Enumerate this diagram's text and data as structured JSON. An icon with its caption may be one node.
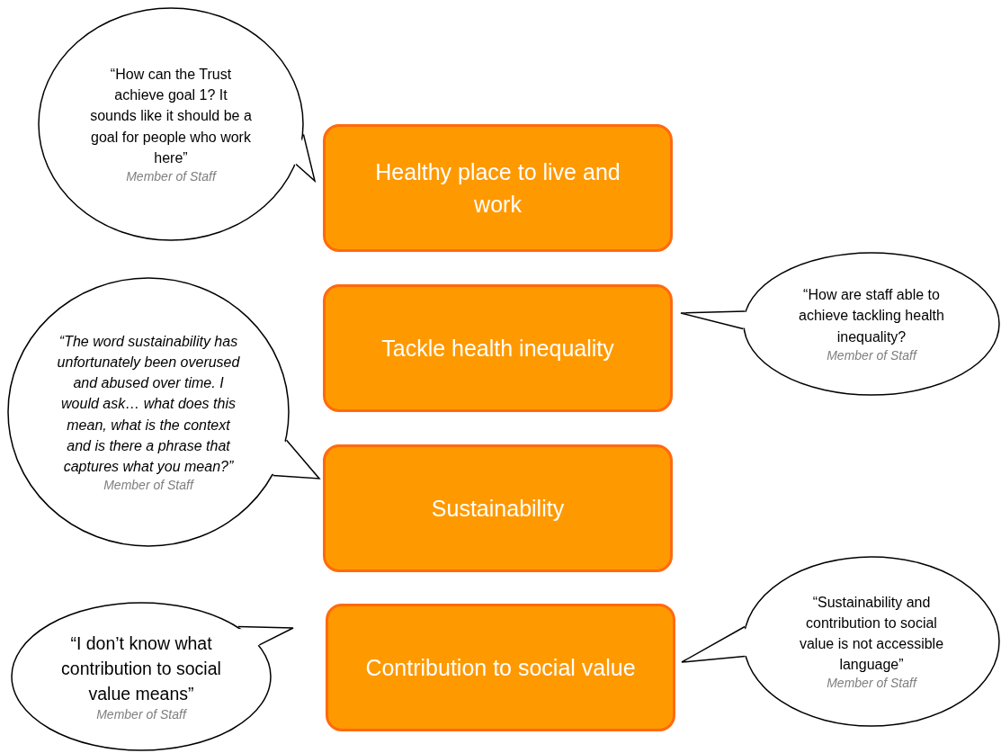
{
  "diagram": {
    "nodes": [
      {
        "text": [
          "“How can the Trust achieve goal 1? It sounds like it should be a goal for people who work here”",
          "Member of Staff"
        ]
      },
      {
        "text": [
          "Healthy place to live and work"
        ]
      },
      {
        "text": [
          "Tackle health inequality"
        ]
      },
      {
        "text": [
          "“How are staff able to achieve tackling health inequality?",
          "Member of Staff"
        ]
      },
      {
        "text": [
          "“The word sustainability has unfortunately been overused and abused over time. I would ask… what does this mean, what is the context and is there a phrase that captures what you mean?”",
          "Member of Staff"
        ]
      },
      {
        "text": [
          "Sustainability"
        ]
      },
      {
        "text": [
          "“I don’t know what contribution to social value means”",
          "Member of Staff"
        ]
      },
      {
        "text": [
          "Contribution to social value"
        ]
      },
      {
        "text": [
          "“Sustainability and contribution to social value is not accessible language”",
          "Member of Staff"
        ]
      }
    ]
  }
}
